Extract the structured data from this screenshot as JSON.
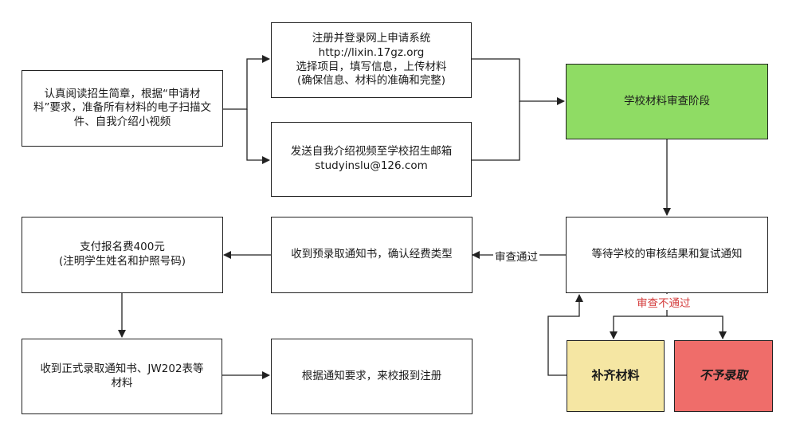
{
  "nodes": {
    "read_guide": "认真阅读招生简章，根据“申请材料”要求，准备所有材料的电子扫描文件、自我介绍小视频",
    "register": "注册并登录网上申请系统\nhttp://lixin.17gz.org\n选择项目，填写信息，上传材料\n(确保信息、材料的准确和完整)",
    "send_video": "发送自我介绍视频至学校招生邮箱\nstudyinslu@126.com",
    "review_stage": "学校材料审查阶段",
    "wait_result": "等待学校的审核结果和复试通知",
    "pre_admission": "收到预录取通知书，确认经费类型",
    "pay_fee": "支付报名费400元\n(注明学生姓名和护照号码)",
    "formal_admission": "收到正式录取通知书、JW202表等材料",
    "report": "根据通知要求，来校报到注册",
    "supplement": "补齐材料",
    "reject": "不予录取"
  },
  "edges": {
    "pass_label": "审查通过",
    "fail_label": "审查不通过"
  },
  "colors": {
    "review_stage": "#8fdc64",
    "supplement": "#f5e6a3",
    "reject": "#ef6d6a",
    "fail_label": "#d43c3c"
  }
}
